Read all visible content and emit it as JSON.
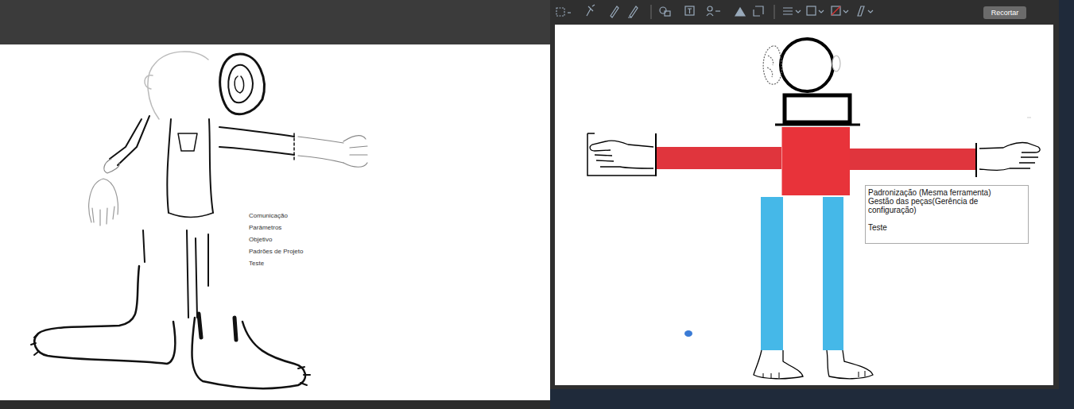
{
  "diagram": {
    "nodes": [
      {
        "text": [
          "Recortar"
        ]
      },
      {
        "text": [
          "Padronização (Mesma ferramenta)",
          "Gestão das peças(Gerência de configuração)",
          "Teste"
        ]
      }
    ],
    "labels": [
      "Comunicação",
      "Parâmetros",
      "Objetivo",
      "Padrões de Projeto",
      "Teste"
    ]
  }
}
